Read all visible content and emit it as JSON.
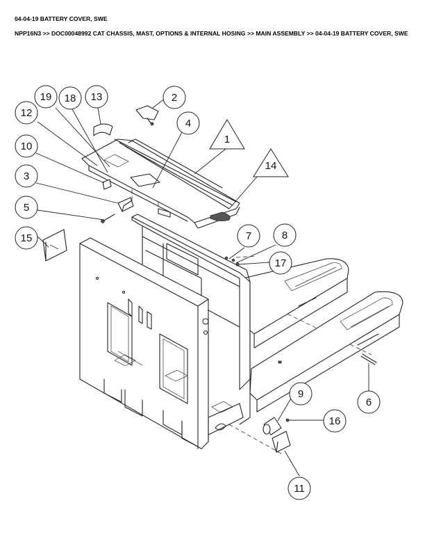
{
  "header": {
    "title": "04-04-19 BATTERY COVER, SWE",
    "breadcrumb": "NPP16N3 >> DOC00048992 CAT CHASSIS, MAST, OPTIONS & INTERNAL HOSING >> MAIN ASSEMBLY >> 04-04-19 BATTERY COVER, SWE"
  },
  "callouts": [
    {
      "id": "1",
      "label": "1",
      "shape": "triangle"
    },
    {
      "id": "2",
      "label": "2",
      "shape": "circle"
    },
    {
      "id": "3",
      "label": "3",
      "shape": "circle"
    },
    {
      "id": "4",
      "label": "4",
      "shape": "circle"
    },
    {
      "id": "5",
      "label": "5",
      "shape": "circle"
    },
    {
      "id": "6",
      "label": "6",
      "shape": "circle"
    },
    {
      "id": "7",
      "label": "7",
      "shape": "circle"
    },
    {
      "id": "8",
      "label": "8",
      "shape": "circle"
    },
    {
      "id": "9",
      "label": "9",
      "shape": "circle"
    },
    {
      "id": "10",
      "label": "10",
      "shape": "circle"
    },
    {
      "id": "11",
      "label": "11",
      "shape": "circle"
    },
    {
      "id": "12",
      "label": "12",
      "shape": "circle"
    },
    {
      "id": "13",
      "label": "13",
      "shape": "circle"
    },
    {
      "id": "14",
      "label": "14",
      "shape": "triangle"
    },
    {
      "id": "15",
      "label": "15",
      "shape": "circle"
    },
    {
      "id": "16",
      "label": "16",
      "shape": "circle"
    },
    {
      "id": "17",
      "label": "17",
      "shape": "circle"
    },
    {
      "id": "18",
      "label": "18",
      "shape": "circle"
    },
    {
      "id": "19",
      "label": "19",
      "shape": "circle"
    }
  ]
}
